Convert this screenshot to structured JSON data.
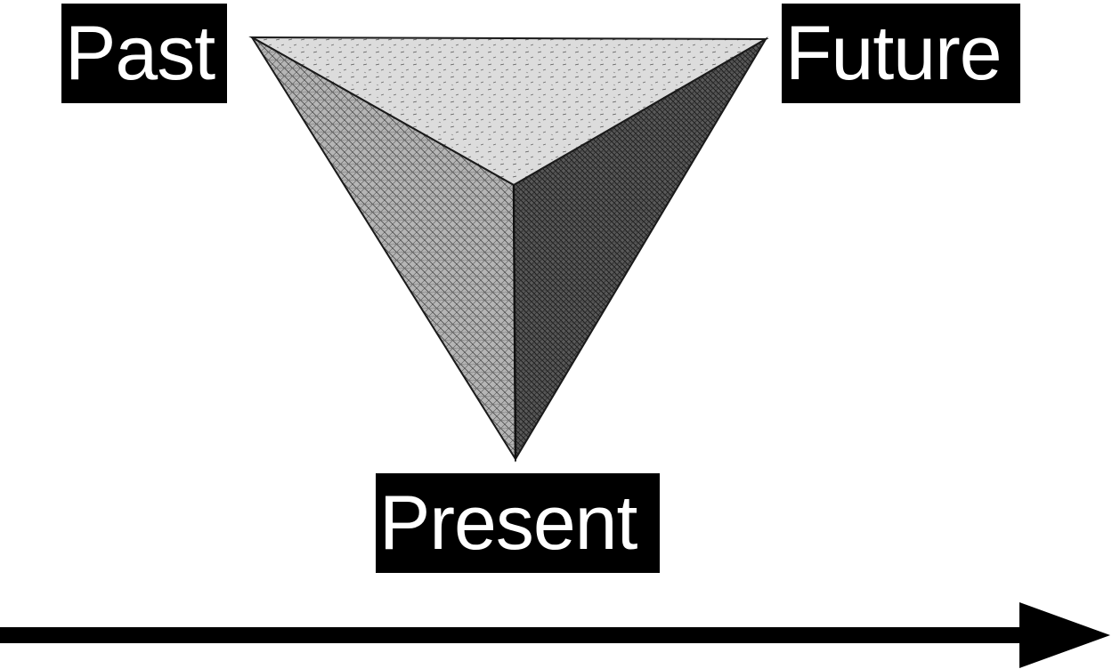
{
  "diagram": {
    "labels": {
      "past": "Past",
      "present": "Present",
      "future": "Future"
    },
    "pyramid": {
      "faces": [
        "top-face",
        "left-face",
        "right-face"
      ],
      "colors": {
        "top_face": "#d9d9d9",
        "left_face": "#a6a6a6",
        "right_face": "#4a4a4a",
        "edge": "#1a1a1a"
      }
    },
    "arrow": {
      "direction": "right",
      "color": "#000000"
    },
    "label_colors": {
      "background": "#000000",
      "text": "#ffffff"
    }
  }
}
